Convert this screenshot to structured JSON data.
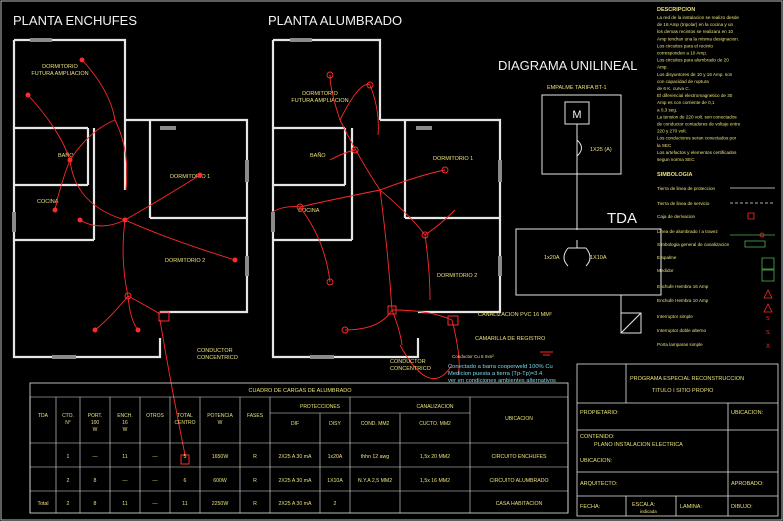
{
  "titles": {
    "plan_enchufes": "PLANTA ENCHUFES",
    "plan_alumbrado": "PLANTA ALUMBRADO",
    "diagram_unilineal": "DIAGRAMA UNILINEAL",
    "tda": "TDA"
  },
  "rooms": {
    "dormitorio_futura": "DORMITORIO\nFUTURA AMPLIACION",
    "bano": "BAÑO",
    "cocina": "COCINA",
    "dormitorio1": "DORMITORIO 1",
    "dormitorio2": "DORMITORIO 2"
  },
  "notes": {
    "conductor_concentrico": "CONDUCTOR\nCONCENTRICO",
    "empalme": "EMPALME TARIFA BT-1",
    "meter": "M",
    "breaker_main": "1X25 (A)",
    "breaker_1": "1x20A",
    "breaker_2": "1X10A",
    "canalizacion": "CANALIZACION PVC 16 MM²",
    "camarilla": "CAMARILLA DE REGISTRO",
    "conductor_cu": "Conductor Cu 6 mm²",
    "ground": "Conectado a barra cooperweld 100% Cu\nMedicion puesta a tierra (Tp-Tp)=3.4\nver en condiciones ambientes alternativos",
    "descripcion_title": "DESCRIPCION",
    "descripcion_lines": [
      "La red de la instalacion se realizo desde",
      "de 16 Amp (tripolar) en la cocina y un",
      "los demas recintos se realizara en 10",
      "Amp tendran una la misma designacion.",
      "Los circuitos para el recinto",
      "corresponden a 10 Amp.",
      "Los circuitos para alumbrado de 20",
      "Amp.",
      "Los disyuntores de 10 y 16 Amp. son",
      "con capacidad de ruptura",
      "de 6 K. curva C.",
      "El diferencial electromagnetico de 30",
      "Amp es con corriente de 0,1",
      "a 0,3 seg.",
      "La tension de 220 volt. son conectados",
      "de conductor contadores de voltaje entre",
      "220 y 270 volt.",
      "Los conductores seran conectados por",
      "la SEC",
      "Los artefactos y elementos certificados",
      "segun norma SEC"
    ],
    "simbologia_title": "SIMBOLOGIA",
    "simbologia": [
      "Tierra de linea de proteccion",
      "Tierra de linea de servicio",
      "Caja de derivacion",
      "Linea de alumbrado / a travez",
      "Simbologia general de canalizacion",
      "Empalme",
      "Medidor",
      "Enchufe Hembra 16 Amp",
      "Enchufe Hembra 10 Amp",
      "Interruptor simple",
      "Interruptor doble alterno",
      "Porta lamparas simple"
    ]
  },
  "table": {
    "title": "CUADRO DE CARGAS DE ALUMBRADO",
    "headers": [
      "TDA",
      "CTO. N°",
      "PORT. 100 W",
      "ENCH. 16 W",
      "OTROS",
      "TOTAL CENTRO",
      "POTENCIA W",
      "FASES",
      "PROTECCIONES",
      "CANALIZACION",
      "UBICACION"
    ],
    "sub_prot": [
      "DIF",
      "DISY"
    ],
    "sub_can": [
      "COND. MM2",
      "CUCTO. MM2"
    ],
    "rows": [
      [
        "",
        "1",
        "—",
        "11",
        "—",
        "5",
        "1650W",
        "R",
        "2X25 A 30 mA",
        "1x20A",
        "thhn 12 awg",
        "1,5x 20 MM2",
        "CIRCUITO ENCHUFES"
      ],
      [
        "",
        "2",
        "8",
        "—",
        "—",
        "6",
        "600W",
        "R",
        "2X25 A 30 mA",
        "1X10A",
        "N.Y.A 2,5 MM2",
        "1,5x 16 MM2",
        "CIRCUITO ALUMBRADO"
      ],
      [
        "Total",
        "2",
        "8",
        "11",
        "—",
        "11",
        "2250W",
        "R",
        "2X25 A 30 mA",
        "2",
        "",
        "",
        "CASA HABITACION"
      ]
    ]
  },
  "title_block": {
    "program": "PROGRAMA ESPECIAL RECONSTRUCCION",
    "titulo": "TITULO I SITIO PROPIO",
    "propietario": "PROPIETARIO:",
    "ubicacion_h": "UBICACION:",
    "contenido": "CONTENIDO:",
    "contenido_val": "PLANO INSTALACION ELECTRICA",
    "ubicacion": "UBICACION:",
    "arquitecto": "ARQUITECTO:",
    "aprobado": "APROBADO:",
    "fecha": "FECHA:",
    "escala": "ESCALA:",
    "escala_val": "indicada",
    "lamina": "LAMINA:",
    "dibujo": "DIBUJO:"
  }
}
